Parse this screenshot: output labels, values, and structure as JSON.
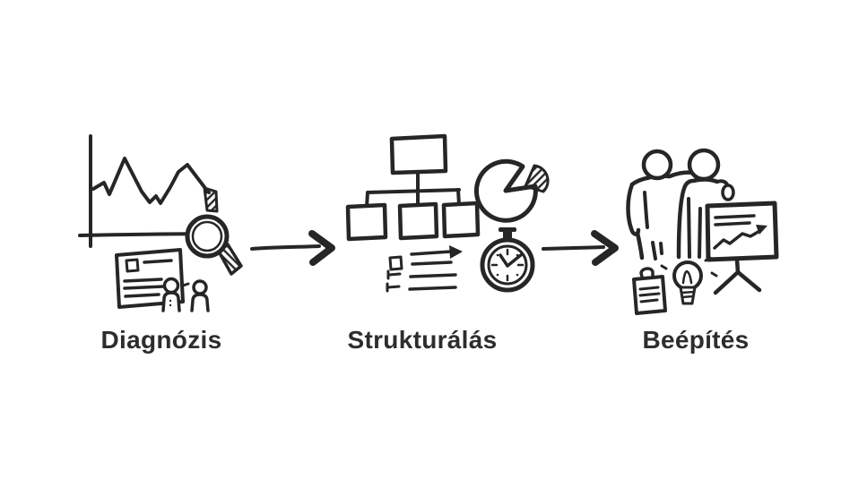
{
  "diagram": {
    "background_color": "#ffffff",
    "ink_color": "#262626",
    "label_color": "#2d2d2d"
  },
  "stages": [
    {
      "id": "diagnozis",
      "label": "Diagnózis",
      "icons": [
        "line-chart-icon",
        "magnifier-icon",
        "report-card-icon",
        "people-icon"
      ]
    },
    {
      "id": "strukturalas",
      "label": "Strukturálás",
      "icons": [
        "org-chart-icon",
        "pie-chart-icon",
        "checklist-icon",
        "stopwatch-icon"
      ]
    },
    {
      "id": "beepites",
      "label": "Beépítés",
      "icons": [
        "two-people-icon",
        "presentation-board-icon",
        "clipboard-icon",
        "lightbulb-icon"
      ]
    }
  ],
  "arrows": [
    {
      "name": "arrow-right-1",
      "direction": "right"
    },
    {
      "name": "arrow-right-2",
      "direction": "right"
    }
  ]
}
